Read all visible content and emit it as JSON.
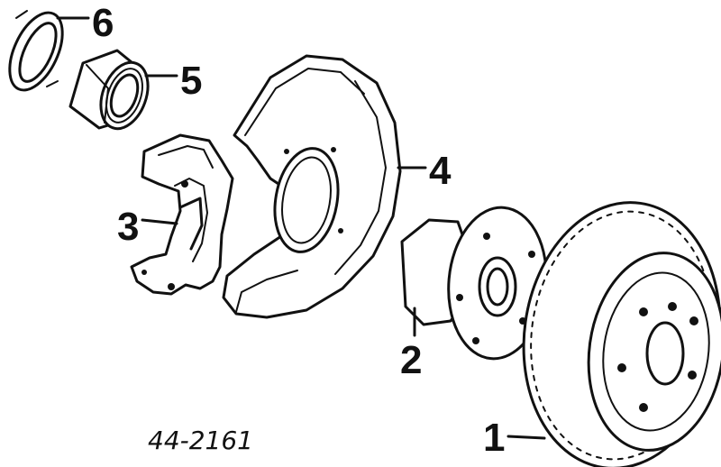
{
  "diagram": {
    "part_number": "44-2161",
    "callouts": [
      {
        "id": "rotor",
        "label": "1"
      },
      {
        "id": "hub",
        "label": "2"
      },
      {
        "id": "caliper-bracket",
        "label": "3"
      },
      {
        "id": "dust-shield",
        "label": "4"
      },
      {
        "id": "bearing",
        "label": "5"
      },
      {
        "id": "seal",
        "label": "6"
      }
    ]
  }
}
